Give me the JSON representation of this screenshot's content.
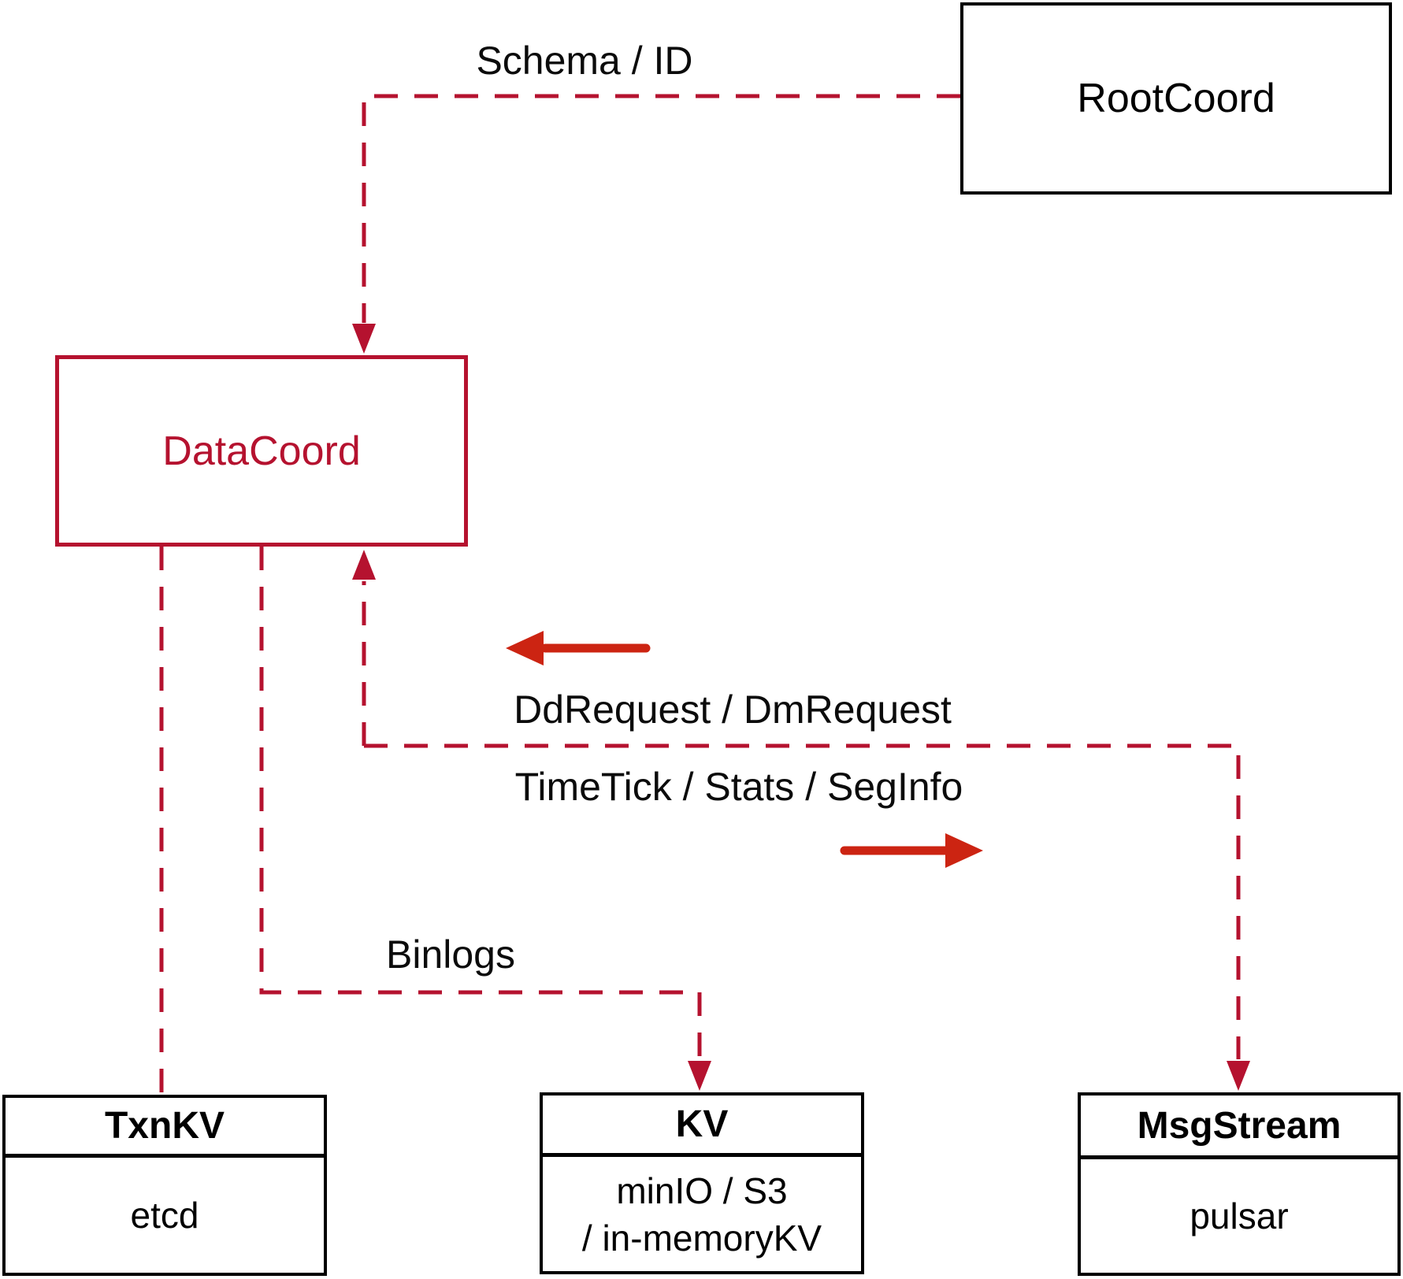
{
  "colors": {
    "dashed_line": "#b5122f",
    "solid_arrow": "#cc2412",
    "datacoord_accent": "#b5122f",
    "box_border": "#000000",
    "text": "#000000",
    "background": "#ffffff"
  },
  "nodes": {
    "rootcoord": {
      "label": "RootCoord"
    },
    "datacoord": {
      "label": "DataCoord"
    },
    "txnkv": {
      "header": "TxnKV",
      "body": "etcd"
    },
    "kv": {
      "header": "KV",
      "body_line1": "minIO / S3",
      "body_line2": "/ in-memoryKV"
    },
    "msgstream": {
      "header": "MsgStream",
      "body": "pulsar"
    }
  },
  "edge_labels": {
    "schema_id": "Schema / ID",
    "dd_dm_request": "DdRequest / DmRequest",
    "timetick_stats_seginfo": "TimeTick / Stats / SegInfo",
    "binlogs": "Binlogs"
  }
}
